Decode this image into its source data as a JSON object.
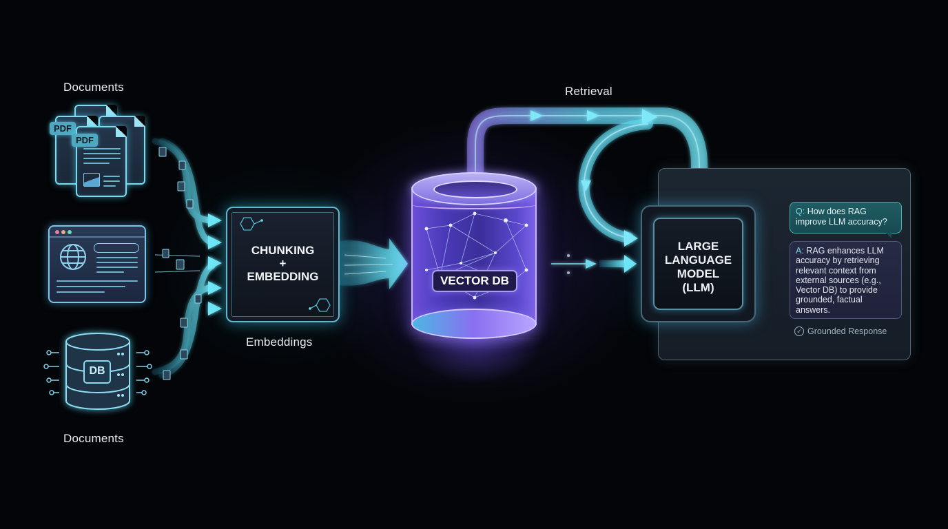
{
  "diagram": {
    "title": "Retrieval-Augmented Generation (RAG) pipeline",
    "colors": {
      "background": "#030508",
      "flow_cyan": "#5fd8ee",
      "vector_db_purple": "#6a4fd8",
      "panel": "#1c2631",
      "question_bubble": "#1f5d63",
      "answer_bubble": "#262a45"
    }
  },
  "sources": {
    "top_label": "Documents",
    "bottom_label": "Documents",
    "pdf_tag_back": "PDF",
    "pdf_tag_front": "PDF",
    "db_tag": "DB",
    "icons": [
      "pdf-documents-icon",
      "web-page-icon",
      "database-icon"
    ]
  },
  "chunking": {
    "line1": "CHUNKING",
    "line2": "+",
    "line3": "EMBEDDING",
    "caption": "Embeddings"
  },
  "vector_db": {
    "label": "VECTOR DB"
  },
  "retrieval": {
    "label": "Retrieval"
  },
  "llm": {
    "line1": "LARGE",
    "line2": "LANGUAGE",
    "line3": "MODEL",
    "line4": "(LLM)"
  },
  "response": {
    "question_prefix": "Q:",
    "question": "How does RAG improve LLM accuracy?",
    "answer_prefix": "A:",
    "answer": "RAG enhances LLM accuracy by retrieving relevant context from external sources (e.g., Vector DB) to provide grounded, factual answers.",
    "badge": "Grounded Response"
  }
}
